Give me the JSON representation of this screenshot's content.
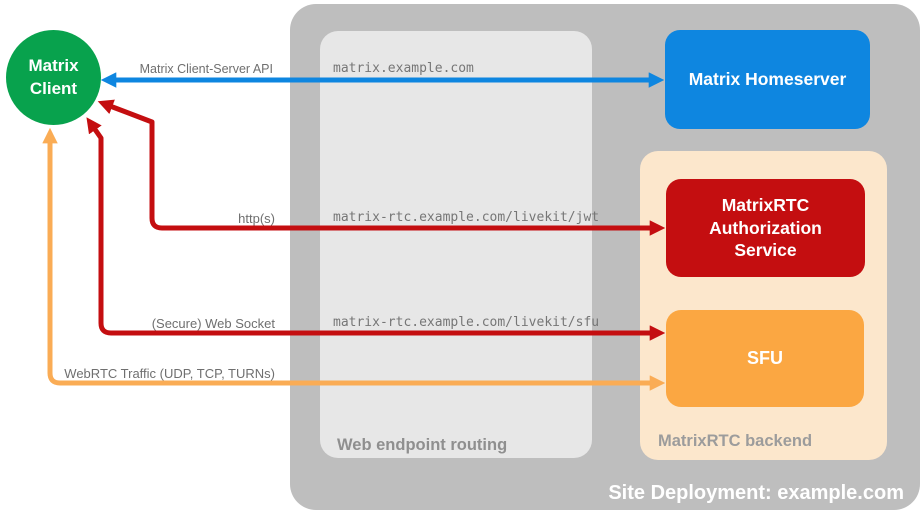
{
  "client": {
    "line1": "Matrix",
    "line2": "Client",
    "color": "#08A24D"
  },
  "container": {
    "title": "Site Deployment: example.com",
    "bg": "#BEBEBE"
  },
  "routing_box": {
    "label": "Web endpoint routing",
    "bg": "#E7E7E7",
    "endpoints": [
      "matrix.example.com",
      "matrix-rtc.example.com/livekit/jwt",
      "matrix-rtc.example.com/livekit/sfu"
    ]
  },
  "backend_box": {
    "label": "MatrixRTC backend",
    "bg": "#FCE7CC"
  },
  "nodes": {
    "homeserver": {
      "label": "Matrix Homeserver",
      "bg": "#0E86E0"
    },
    "auth": {
      "label": "MatrixRTC Authorization Service",
      "bg": "#C40E10"
    },
    "sfu": {
      "label": "SFU",
      "bg": "#FBA742"
    }
  },
  "arrows": {
    "api": {
      "label": "Matrix Client-Server API",
      "color": "#0E86E0"
    },
    "http": {
      "label": "http(s)",
      "color": "#C40E10"
    },
    "ws": {
      "label": "(Secure) Web Socket",
      "color": "#C40E10"
    },
    "webrtc": {
      "label": "WebRTC Traffic (UDP, TCP, TURNs)",
      "color": "#FAAC55"
    }
  }
}
